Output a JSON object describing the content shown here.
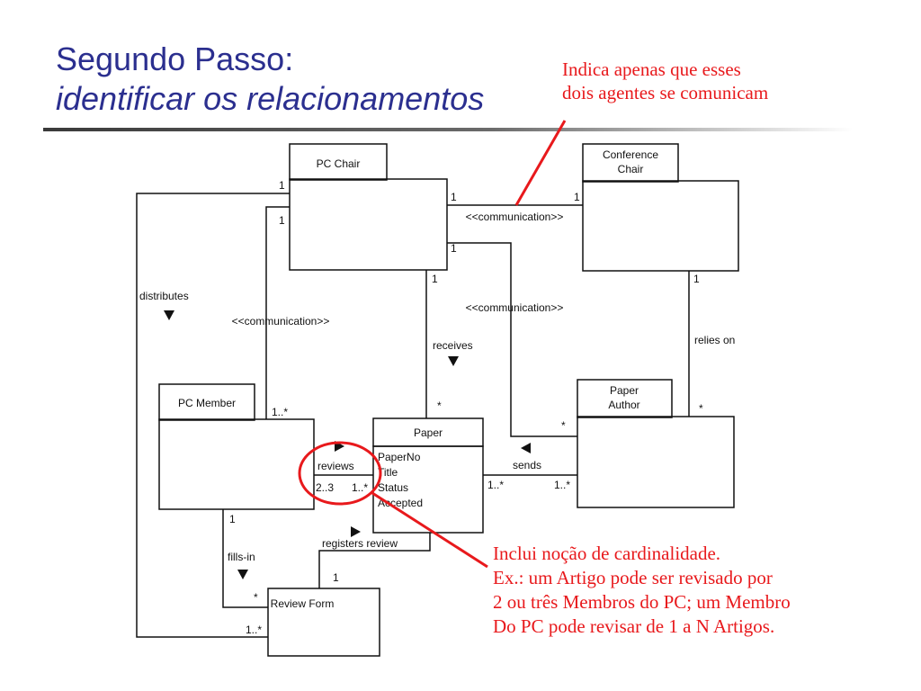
{
  "slide": {
    "title_line1": "Segundo Passo:",
    "title_line2": "identificar os relacionamentos",
    "note_top": [
      "Indica apenas que esses",
      "dois agentes se comunicam"
    ],
    "note_bottom": [
      "Inclui noção de cardinalidade.",
      "Ex.: um Artigo pode ser revisado por",
      "2 ou três Membros do PC; um Membro",
      "Do PC pode revisar de 1 a N Artigos."
    ]
  },
  "colors": {
    "title": "#2b2f8f",
    "annotation": "#e8191c"
  },
  "diagram": {
    "classes": {
      "pc_chair": "PC Chair",
      "conference_chair_1": "Conference",
      "conference_chair_2": "Chair",
      "pc_member": "PC Member",
      "paper": "Paper",
      "paper_author_1": "Paper",
      "paper_author_2": "Author",
      "review_form": "Review Form"
    },
    "paper_attributes": [
      "PaperNo",
      "Title",
      "Status",
      "Accepted"
    ],
    "labels": {
      "comm_top": "<<communication>>",
      "comm_mid": "<<communication>>",
      "comm_left": "<<communication>>",
      "distributes": "distributes",
      "receives": "receives",
      "relies_on": "relies on",
      "reviews": "reviews",
      "sends": "sends",
      "fills_in": "fills-in",
      "registers_review": "registers review"
    },
    "multiplicities": {
      "chair_top_left": "1",
      "chair_left": "1",
      "chair_right_top": "1",
      "conf_left": "1",
      "chair_right_low": "1",
      "chair_bottom": "1",
      "conf_bottom": "1",
      "paper_top": "*",
      "member_top": "1..*",
      "author_left": "*",
      "author_right": "*",
      "reviews_left": "2..3",
      "reviews_right": "1..*",
      "sends_left": "1..*",
      "sends_right": "1..*",
      "member_bottom": "1",
      "form_left": "*",
      "form_top": "1",
      "form_bottom_left": "1..*"
    }
  }
}
